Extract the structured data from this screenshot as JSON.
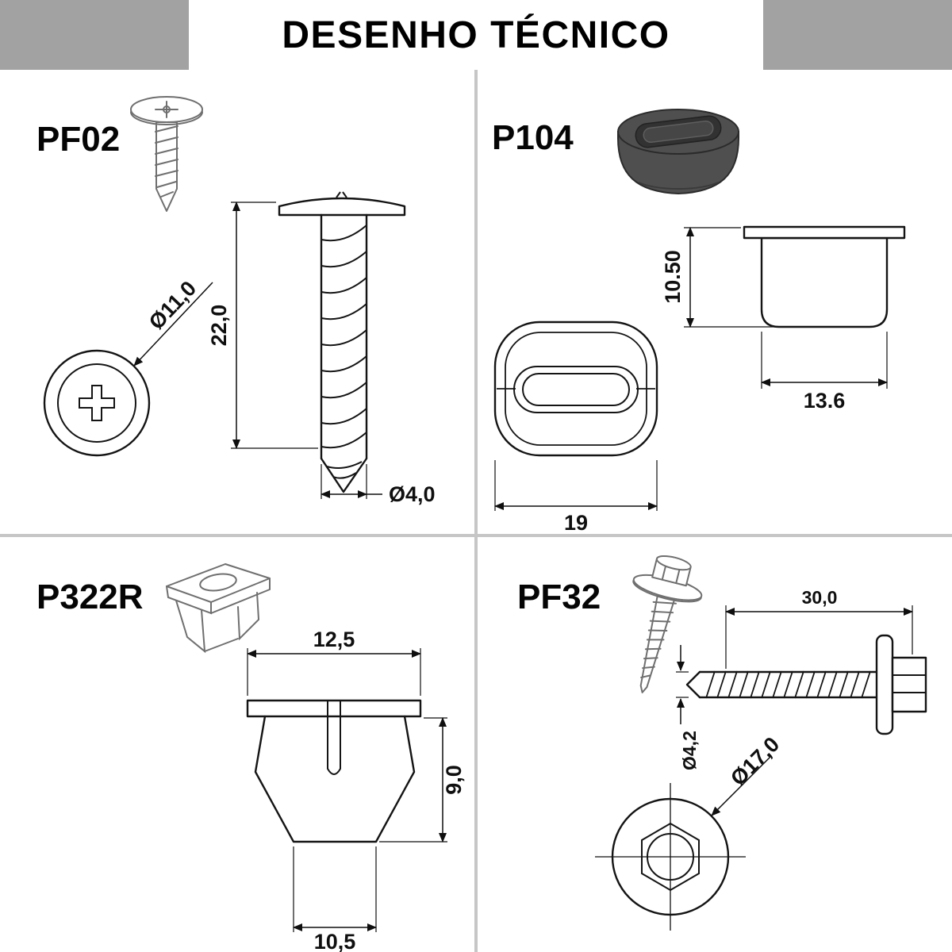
{
  "title": "DESENHO TÉCNICO",
  "colors": {
    "header_gray": "#a2a2a2",
    "divider_gray": "#c6c6c6",
    "line_color": "#141414",
    "grommet_fill": "#4f4f4f"
  },
  "parts": {
    "pf02": {
      "label": "PF02",
      "dims": {
        "head_diameter": "Ø11,0",
        "length": "22,0",
        "shaft_diameter": "Ø4,0"
      }
    },
    "p104": {
      "label": "P104",
      "dims": {
        "height": "10.50",
        "width": "13.6",
        "length": "19"
      }
    },
    "p322r": {
      "label": "P322R",
      "dims": {
        "top_width": "12,5",
        "height": "9,0",
        "bottom_width": "10,5"
      }
    },
    "pf32": {
      "label": "PF32",
      "dims": {
        "length": "30,0",
        "shaft_diameter": "Ø4,2",
        "washer_diameter": "Ø17,0"
      }
    }
  }
}
